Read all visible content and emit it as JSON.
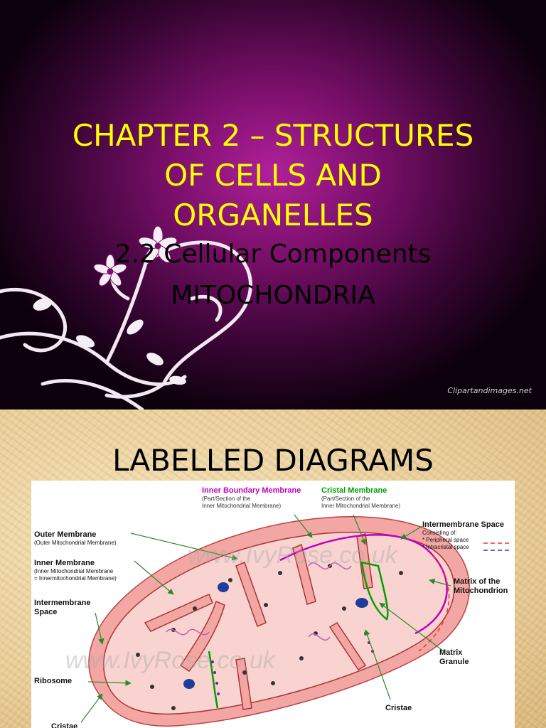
{
  "slide1": {
    "title_lines": [
      "CHAPTER 2 – STRUCTURES",
      "OF CELLS AND",
      "ORGANELLES"
    ],
    "subtitle_lines": [
      "2.2 Cellular Components",
      "MITOCHONDRIA"
    ],
    "watermark": "Clipartandimages.net"
  },
  "slide2": {
    "title": "LABELLED DIAGRAMS",
    "watermark": "www.IvyRose.co.uk",
    "labels": {
      "inner_boundary": "Inner Boundary Membrane",
      "inner_boundary_note1": "(Part/Section of the",
      "inner_boundary_note2": "Inner Mitochondrial Membrane)",
      "cristal": "Cristal Membrane",
      "cristal_note1": "(Part/Section of the",
      "cristal_note2": "Inner Mitochondrial Membrane)",
      "intermembrane_space_right": "Intermembrane Space",
      "consisting_of": "Consisting of:",
      "peripheral_space": "* Peripheral space",
      "intracristal_space": "* Intracristal space",
      "outer_membrane": "Outer Membrane",
      "outer_membrane_note": "(Outer Mitochondrial Membrane)",
      "inner_membrane": "Inner Membrane",
      "inner_membrane_note1": "(Inner Mitochondrial Membrane",
      "inner_membrane_note2": "= Innermitochondrial Membrane)",
      "intermembrane_space_left1": "Intermembrane",
      "intermembrane_space_left2": "Space",
      "matrix1": "Matrix of the",
      "matrix2": "Mitochondrion",
      "ribosome": "Ribosome",
      "matrix_granule1": "Matrix",
      "matrix_granule2": "Granule",
      "cristae_right": "Cristae",
      "cristae_left": "Cristae"
    },
    "colors": {
      "inner_boundary": "#c000c0",
      "cristal": "#00a000",
      "outer_fill": "#f5a8a8",
      "inner_fill": "#f9d2cf",
      "arrow": "#2a8a2a"
    }
  }
}
